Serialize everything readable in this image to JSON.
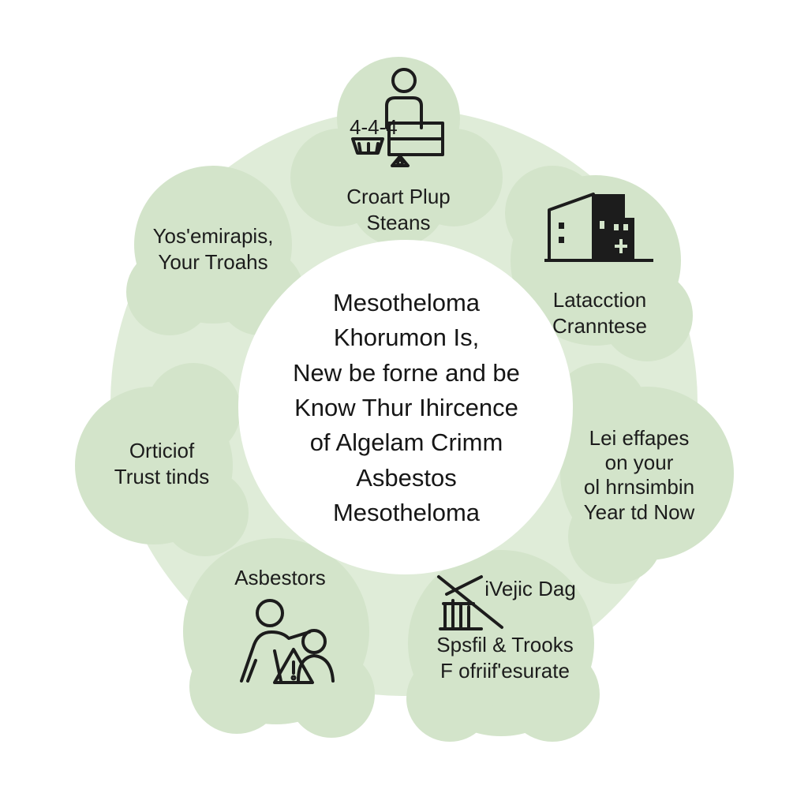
{
  "center": {
    "lines": [
      "Mesotheloma",
      "Khorumon Is,",
      "New be forne and be",
      "Know Thur Ihircence",
      "of Algelam Crimm",
      "Asbestos",
      "Mesotheloma"
    ]
  },
  "nodes": {
    "top": {
      "lines": [
        "Croart Plup",
        "Steans"
      ],
      "icon": "person-desk-icon"
    },
    "top_left": {
      "lines": [
        "Yos'emirapis,",
        "Your Troahs"
      ]
    },
    "right_top": {
      "lines": [
        "Latacction",
        "Cranntese"
      ],
      "icon": "building-icon"
    },
    "left": {
      "lines": [
        "Orticiof",
        "Trust tinds"
      ]
    },
    "right": {
      "lines": [
        "Lei effapes",
        "on your",
        "ol hrnsimbin",
        "Year td Now"
      ]
    },
    "bottom_left": {
      "lines": [
        "Asbestors"
      ],
      "icon": "person-warning-icon"
    },
    "bottom_right": {
      "lines": [
        "iVejic Dag",
        "Spsfil & Trooks",
        "F ofriif'esurate"
      ],
      "icon": "chart-decline-icon"
    }
  },
  "icon_glyphs": {
    "top_numbers": "4-4-4"
  },
  "colors": {
    "ring": "#dfecd8",
    "bubble": "#d3e4ca",
    "bubble_edge": "#c6d8bc",
    "text": "#1c1c1c",
    "background": "#ffffff"
  }
}
